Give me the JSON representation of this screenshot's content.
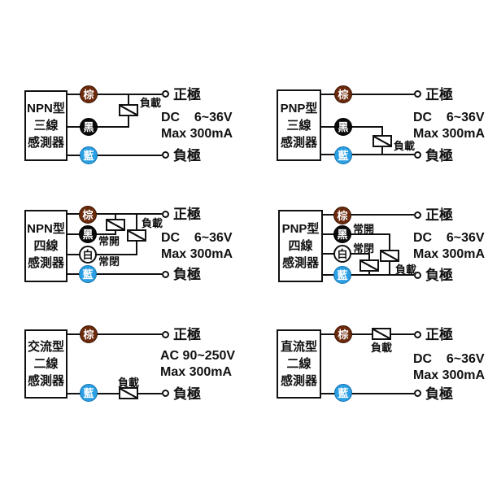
{
  "palette": {
    "brown_wire": "#6B2A0C",
    "black_wire": "#0A0A0A",
    "blue_wire": "#2B9FE3",
    "white_wire": "#FFFFFF",
    "line": "#111111"
  },
  "wire_labels": {
    "brown": "棕",
    "black": "黑",
    "white": "白",
    "blue": "藍"
  },
  "common": {
    "positive": "正極",
    "negative": "負極",
    "load": "負載",
    "normally_open": "常開",
    "normally_closed": "常閉",
    "dc_spec": "DC    6~36V",
    "ac_spec": "AC 90~250V",
    "max_spec": "Max 300mA"
  },
  "diagrams": {
    "npn3": {
      "title": [
        "NPN型",
        "三線",
        "感測器"
      ]
    },
    "pnp3": {
      "title": [
        "PNP型",
        "三線",
        "感測器"
      ]
    },
    "npn4": {
      "title": [
        "NPN型",
        "四線",
        "感測器"
      ]
    },
    "pnp4": {
      "title": [
        "PNP型",
        "四線",
        "感測器"
      ]
    },
    "ac2": {
      "title": [
        "交流型",
        "二線",
        "感測器"
      ]
    },
    "dc2": {
      "title": [
        "直流型",
        "二線",
        "感測器"
      ]
    }
  }
}
